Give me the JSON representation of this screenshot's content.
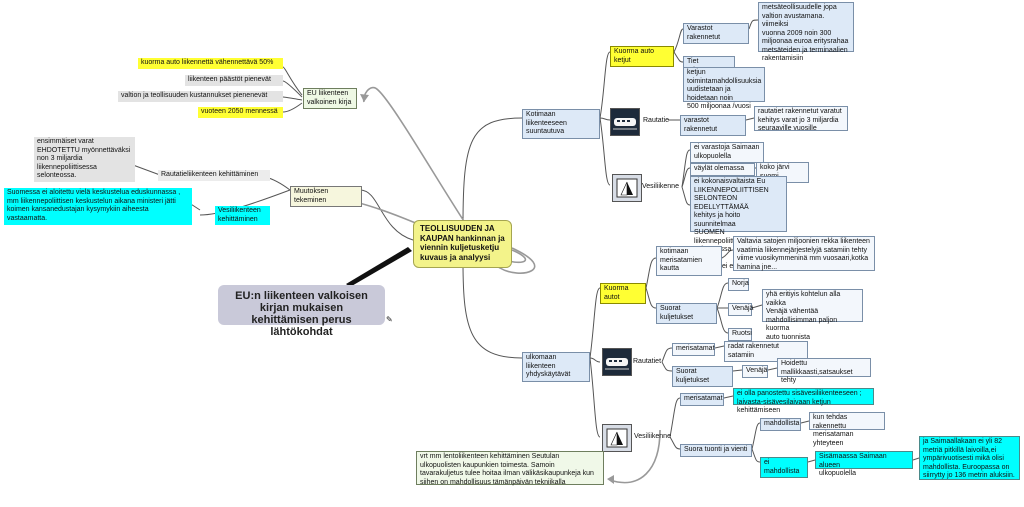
{
  "title": "EU:n liikenteen valkoisen kirjan mukaisen kehittämisen perus lähtökohdat",
  "center": "TEOLLISUUDEN JA KAUPAN hankinnan ja viennin kuljetusketju kuvaus ja  analyysi",
  "left": {
    "valkoinen_kirja": "EU liikenteen valkoinen kirja",
    "kuorma": "kuorma auto liikennettä vähennettävä 50%",
    "paastot": "liikenteen päästöt pienevät",
    "kustannukset": "valtion ja teollisuuden kustannukset pienenevät",
    "vuoteen": "vuoteen 2050 mennessä",
    "muutoksen": "Muutoksen tekeminen",
    "ensimmaiset": "ensimmäiset varat\nEHDOTETTU myönnettäväksi\nnon 3 miljardia\nliikennepoliittisessa\nselonteossa.",
    "rautatie_keh": "Rautatieliikenteen kehittäminen",
    "suomessa": "Suomessa ei aloitettu vielä keskustelua eduskunnassa ,\nmm liikennepoliittisen keskustelun aikana ministeri jätti\nkoimen kansanedustajan kysymykiin aiheesta\nvastaamatta.",
    "vesi_keh": "Vesiliikenteen\nkehittäminen"
  },
  "kotimaan": {
    "label": "Kotimaan liikenteeseen\nsuuntautuva",
    "kuorma_ketjut": "Kuorma auto ketjut",
    "varastot_rak": "Varastot rakennetut",
    "metsa": "metsäteollisuudelle jopa\nvaltion avustamana. viimeiksi\nvuonna 2009 noin 300\nmiljoonaa euroa eritysrahaa\nmetsäteiden ja terminaalien\nrakentamisiin",
    "tiet": "Tiet rakennetut",
    "ketjun": "ketjun\ntoimintamahdollisuuksia\nuudistetaan ja hoidetaan noin\n500 miljoonaa /vuosi",
    "rautatie": "Rautatie",
    "varastot_rak2": "varastot rakennetut",
    "rautatiet_rak": "rautatiet rakennetut varatut\nkehitys varat jo 3 miljardia\nseuraaville vuosille",
    "vesiliikenne": "Vesiliikenne",
    "ei_varastoja": "ei varastoja Saimaan\nulkopuolella",
    "vaylat": "väylät olemassa",
    "koko_jarvi": "koko järvi suomi",
    "ei_kokonais": "ei kokonaisvaltaista Eu\nLIIKENNEPOLIITTISEN\nSELONTEON EDELLYTTÄMÄÄ\nkehitys ja hoito suunnitelmaa\nSUOMEN liikennepoliittisessa\nselonteossa koskeVi Suomen\nalueelle. ei edes tutkimusta."
  },
  "ulkomaan": {
    "label": "ulkomaan liikenteen\nyhdyskäytävät",
    "kuorma_autot": "Kuorma autot",
    "kotimaan_meri": "kotimaan\nmerisatamien kautta",
    "valtavia": "Valtavia satojen miljoonien  rekka liikenteen\nvaatimia  liikennejärjestelyjä satamiin tehty\nviime vuosikymmeninä mm vuosaari,kotka\nhamina jne...",
    "suorat": "Suorat kuljetukset",
    "norja": "Norja",
    "venaja": "Venäjä",
    "yha": "yhä eritiyis kohtelun alla vaikka\nVenäjä vähentää\nmahdollisimman paljon kuorma\nauto tuonnista",
    "ruotsi": "Ruotsi",
    "rautatiet": "Rautatiet",
    "merisatamat": "merisatamat",
    "radat": "radat rakennetut satamiin",
    "suorat2": "Suorat kuljetukset",
    "venaja2": "Venäjä",
    "hoidettu": "Hoidettu\nmallikkaasti,satsaukset tehty",
    "vesiliikenne": "Vesiliikenne",
    "merisatamat2": "merisatamat",
    "ei_olla": "ei olla  panostettu sisävesiliikenteeseen ;\nlaivasta-sisävesilaivaan ketjun kehittämiseen",
    "suora_tuonti": "Suora tuonti ja vienti",
    "mahdollista": "mahdollista",
    "kun_tehdas": "kun tehdas rakennettu\nmerisataman yhteyteen",
    "ei_mahdollista": "ei mahdollista",
    "sisamaassa": "Sisämaassa Saimaan alueen\nulkopuolella",
    "ja_saimaa": "ja Saimaallakaan ei yli 82\nmetriä pitkillä laivoilla,ei\nympärivuotisesti mikä olisi\nmahdollista.  Euroopassa on\nsiirrytty jo 136 metrin aluksiin.",
    "vrt": "vrt mm lentoliikenteen kehittäminen Seutulan\nulkopuolisten kaupunkien toimesta. Samoin\ntavarakuljetus tulee hoitaa ilman välikäsikaupunkeja kun\nsiihen on mahdollisuus tämänpäivän tekniikalla"
  },
  "colors": {
    "yellow": "#ffff33",
    "cyan": "#00ffff",
    "box": "#dde9f7",
    "center": "#f3f38a",
    "title": "#c9c9d9"
  }
}
